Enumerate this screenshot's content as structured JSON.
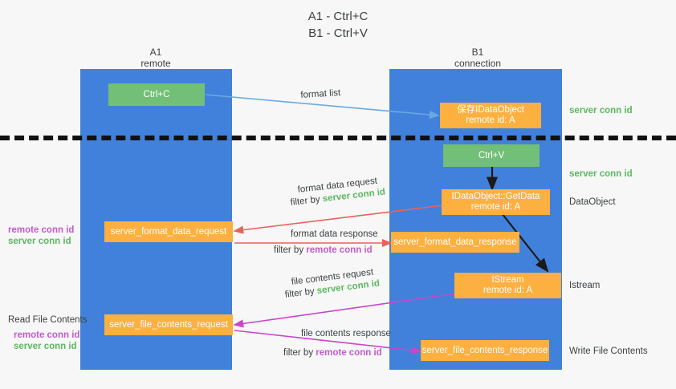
{
  "title": "A1 - Ctrl+C\nB1 - Ctrl+V",
  "colors": {
    "background": "#f7f7f7",
    "lane": "#4281db",
    "node_green": "#72bf78",
    "node_orange": "#fcb040",
    "server_conn_id": "#5cb85f",
    "remote_conn_id": "#c15ccb",
    "arrow_blue": "#6aa9e0",
    "arrow_red": "#e8625a",
    "arrow_magenta": "#cc44cc",
    "arrow_black": "#1a1a1a",
    "divider": "#111111",
    "text": "#3c4043"
  },
  "lanes": [
    {
      "id": "a1",
      "title": "A1\nremote"
    },
    {
      "id": "b1",
      "title": "B1\nconnection"
    }
  ],
  "nodes": {
    "ctrl_c": "Ctrl+C",
    "save_idataobject": "保存IDataObject\nremote id: A",
    "ctrl_v": "Ctrl+V",
    "getdata": "IDataObject::GetData\nremote id: A",
    "server_format_data_request": "server_format_data_request",
    "server_format_data_response": "server_format_data_response",
    "istream": "IStream\nremote id: A",
    "server_file_contents_request": "server_file_contents_request",
    "server_file_contents_response": "server_file_contents_response"
  },
  "edge_labels": {
    "format_list": "format list",
    "format_data_request": "format data request",
    "format_data_request_filter_prefix": "filter by ",
    "format_data_request_filter_key": "server conn id",
    "format_data_response": "format data response",
    "format_data_response_filter_prefix": "filter by ",
    "format_data_response_filter_key": "remote conn id",
    "file_contents_request": "file contents request",
    "file_contents_request_filter_prefix": "filter by ",
    "file_contents_request_filter_key": "server conn id",
    "file_contents_response": "file contents response",
    "file_contents_response_filter_prefix": "filter by ",
    "file_contents_response_filter_key": "remote conn id"
  },
  "right_annotations": {
    "server_conn_id_top": "server conn id",
    "server_conn_id_mid": "server conn id",
    "dataobject": "DataObject",
    "istream": "Istream",
    "write_file_contents": "Write File Contents"
  },
  "left_annotations": {
    "format_remote": "remote conn id",
    "format_server": "server conn id",
    "read_file_contents": "Read File Contents",
    "file_remote": "remote conn id",
    "file_server": "server conn id"
  }
}
